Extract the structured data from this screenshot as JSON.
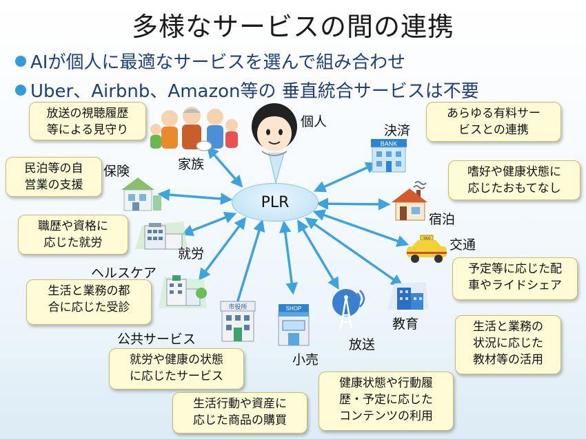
{
  "title": "多様なサービスの間の連携",
  "bullets": [
    "AIが個人に最適なサービスを選んで組み合わせ",
    "Uber、Airbnb、Amazon等の 垂直統合サービスは不要"
  ],
  "hub": "PLR",
  "nodes": {
    "individual": "個人",
    "family": "家族",
    "settlement": "決済",
    "insurance": "保険",
    "lodging": "宿泊",
    "employment": "就労",
    "transport": "交通",
    "healthcare": "ヘルスケア",
    "education": "教育",
    "public": "公共サービス",
    "broadcast": "放送",
    "retail": "小売"
  },
  "callouts": {
    "family": [
      "放送の視聴履歴",
      "等による見守り"
    ],
    "settlement": [
      "あらゆる有料サー",
      "ビスとの連携"
    ],
    "insurance": [
      "民泊等の自",
      "営業の支援"
    ],
    "lodging": [
      "嗜好や健康状態に",
      "応じたおもてなし"
    ],
    "employment": [
      "職歴や資格に",
      "応じた就労"
    ],
    "transport": [
      "予定等に応じた配",
      "車やライドシェア"
    ],
    "healthcare": [
      "生活と業務の都",
      "合に応じた受診"
    ],
    "education": [
      "生活と業務の",
      "状況に応じた",
      "教材等の活用"
    ],
    "public": [
      "就労や健康の状態",
      "に応じたサービス"
    ],
    "retail": [
      "生活行動や資産に",
      "応じた商品の購買"
    ],
    "broadcast": [
      "健康状態や行動履",
      "歴・予定に応じた",
      "コンテンツの利用"
    ]
  },
  "icon_texts": {
    "bank": "BANK",
    "cityhall": "市役所",
    "shop": "SHOP",
    "taxi": "TAXI"
  },
  "colors": {
    "arrow": "#3aa3e0",
    "callout_fill": "#fffbd6",
    "bullet_dot": "#2f9be0",
    "bullet_text": "#1f3f7a"
  }
}
